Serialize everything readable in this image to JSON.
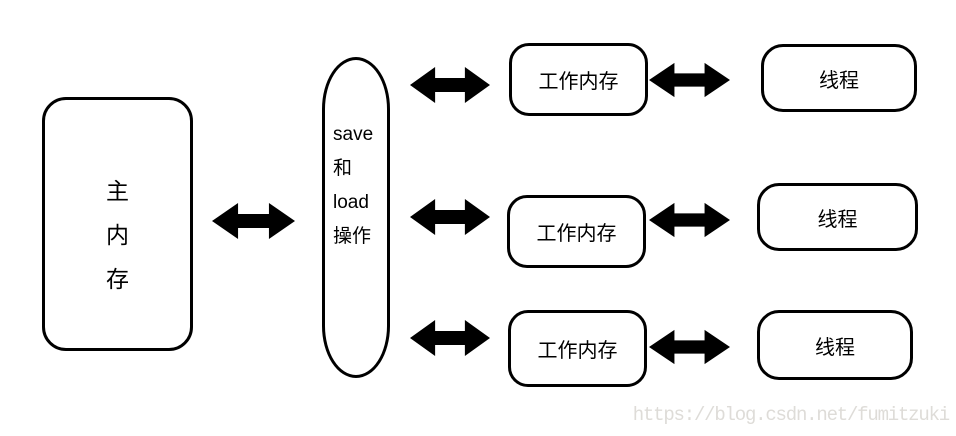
{
  "main_memory": {
    "chars": [
      "主",
      "内",
      "存"
    ]
  },
  "operations": {
    "lines": [
      "save",
      "和",
      "load",
      "操作"
    ]
  },
  "rows": [
    {
      "working_memory": "工作内存",
      "thread": "线程"
    },
    {
      "working_memory": "工作内存",
      "thread": "线程"
    },
    {
      "working_memory": "工作内存",
      "thread": "线程"
    }
  ],
  "watermark": "https://blog.csdn.net/fumitzuki",
  "colors": {
    "shape_border": "#000000",
    "arrow_fill": "#000000",
    "watermark_text": "#dedcd8",
    "background": "#ffffff"
  }
}
